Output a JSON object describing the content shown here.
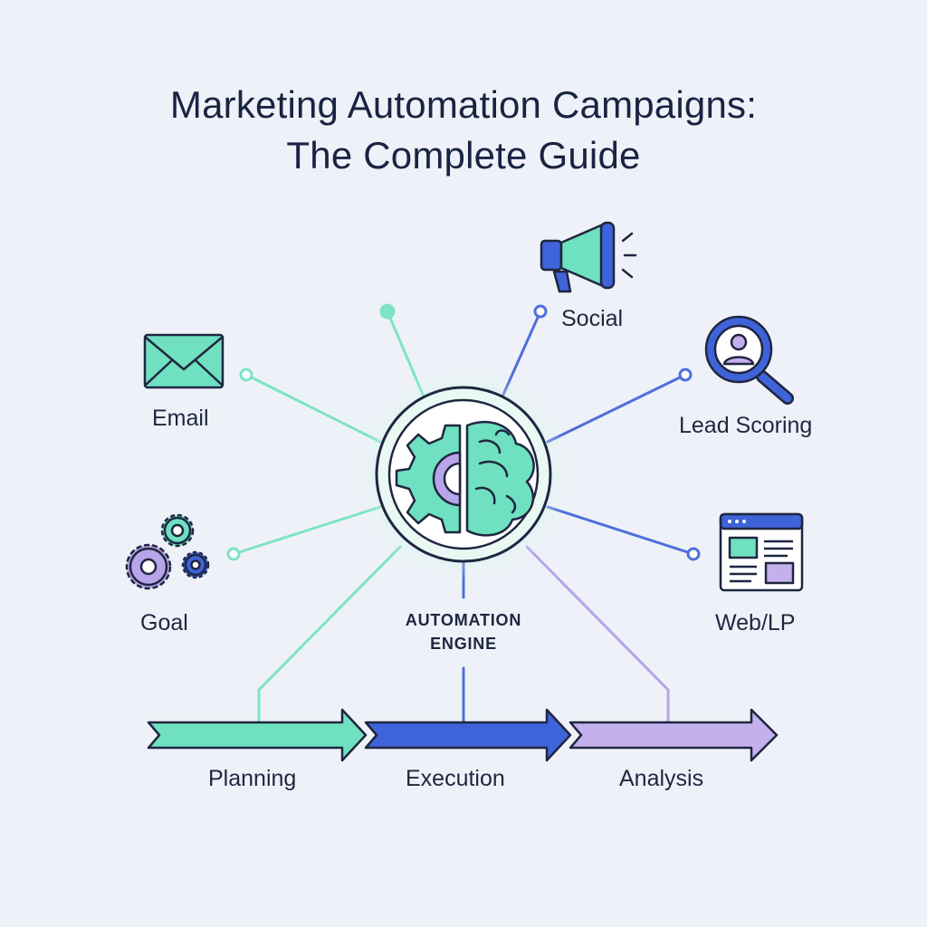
{
  "title": {
    "line1": "Marketing Automation Campaigns:",
    "line2": "The Complete Guide"
  },
  "hub": {
    "label_line1": "AUTOMATION",
    "label_line2": "ENGINE",
    "icon": "gear-brain-icon"
  },
  "channels": [
    {
      "label": "Email",
      "icon": "envelope-icon"
    },
    {
      "label": "Social",
      "icon": "megaphone-icon"
    },
    {
      "label": "Lead Scoring",
      "icon": "magnifier-person-icon"
    },
    {
      "label": "Goal",
      "icon": "gears-icon"
    },
    {
      "label": "Web/LP",
      "icon": "browser-window-icon"
    }
  ],
  "stages": [
    {
      "label": "Planning",
      "color": "#6fe0c0"
    },
    {
      "label": "Execution",
      "color": "#3f63d8"
    },
    {
      "label": "Analysis",
      "color": "#c4b0ec"
    }
  ],
  "colors": {
    "background": "#eef2f8",
    "teal": "#6fe0c0",
    "blue": "#3f63d8",
    "lavender": "#b8a4e8",
    "navy": "#1f2640"
  }
}
